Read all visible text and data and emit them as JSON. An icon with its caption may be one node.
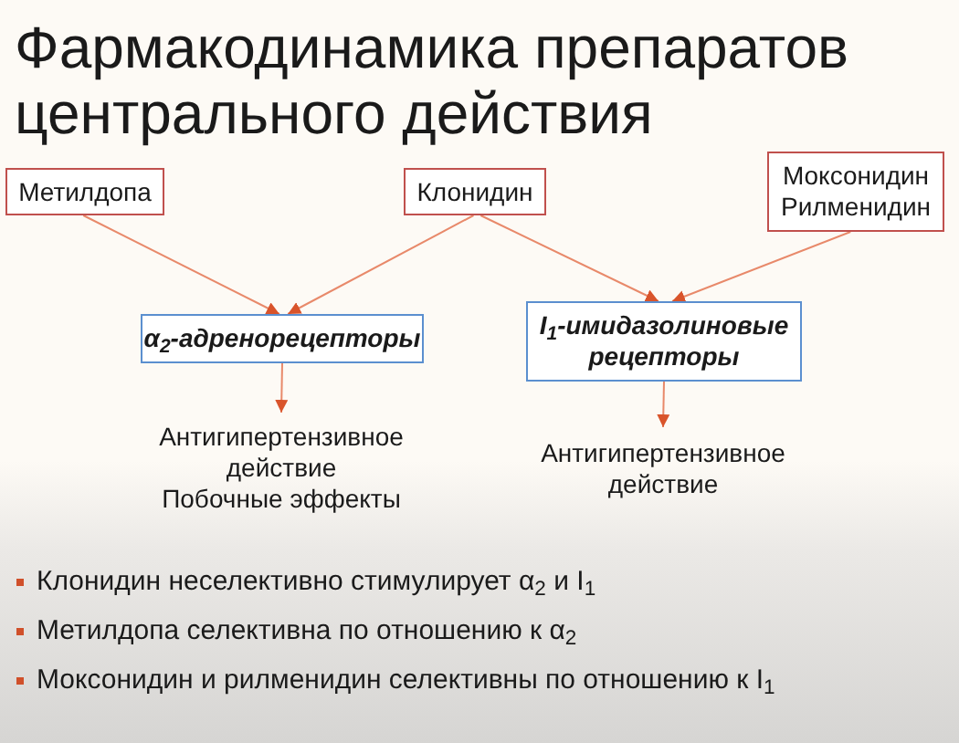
{
  "diagram": {
    "title": "Фармакодинамика препаратов центрального действия",
    "nodes": [
      {
        "text": [
          "Метилдопа"
        ]
      },
      {
        "text": [
          "Клонидин"
        ]
      },
      {
        "text": [
          "Моксонидин Рилменидин"
        ]
      },
      {
        "text": [
          "α$_{2}$-адренорецепторы"
        ]
      },
      {
        "text": [
          "I$_{1}$-имидазолиновые рецепторы"
        ]
      },
      {
        "text": [
          "Антигипертензивное действие",
          "Побочные эффекты"
        ]
      },
      {
        "text": [
          "Антигипертензивное действие"
        ]
      }
    ],
    "edges": [
      {
        "from": 0,
        "to": 3,
        "arrow": "to"
      },
      {
        "from": 1,
        "to": 3,
        "arrow": "to"
      },
      {
        "from": 1,
        "to": 4,
        "arrow": "to"
      },
      {
        "from": 2,
        "to": 4,
        "arrow": "to"
      },
      {
        "from": 3,
        "to": 5,
        "arrow": "to"
      },
      {
        "from": 4,
        "to": 6,
        "arrow": "to"
      }
    ],
    "labels": [
      "Клонидин неселективно стимулирует α$_{2}$ и I$_{1}$",
      "Метилдопа селективна по отношению к α$_{2}$",
      "Моксонидин и рилменидин селективны по отношению к I$_{1}$"
    ]
  }
}
